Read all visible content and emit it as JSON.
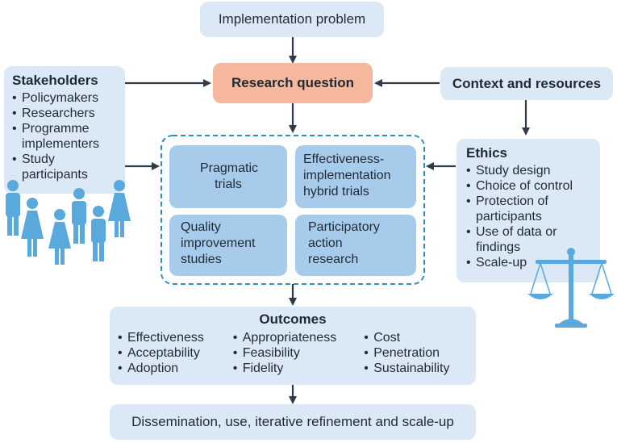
{
  "implementation_problem": "Implementation problem",
  "research_question": "Research question",
  "context_resources": "Context and resources",
  "stakeholders": {
    "title": "Stakeholders",
    "items": [
      "Policymakers",
      "Researchers",
      "Programme implementers",
      "Study participants"
    ]
  },
  "ethics": {
    "title": "Ethics",
    "items": [
      "Study design",
      "Choice of control",
      "Protection of participants",
      "Use of data or findings",
      "Scale-up"
    ]
  },
  "designs": {
    "pragmatic": "Pragmatic trials",
    "hybrid": "Effectiveness-implementation hybrid trials",
    "quality": "Quality improvement studies",
    "participatory": "Participatory action research"
  },
  "outcomes": {
    "title": "Outcomes",
    "col1": [
      "Effectiveness",
      "Acceptability",
      "Adoption"
    ],
    "col2": [
      "Appropriateness",
      "Feasibility",
      "Fidelity"
    ],
    "col3": [
      "Cost",
      "Penetration",
      "Sustainability"
    ]
  },
  "dissemination": "Dissemination, use, iterative refinement and scale-up",
  "colors": {
    "box_fill": "#dbe9f6",
    "inner_fill": "#a7cceb",
    "research_fill": "#f6b89c",
    "arrow": "#2f3b47",
    "icon": "#5aa9dc",
    "dashed": "#2f8fb8"
  },
  "icons": [
    "people-icon",
    "scales-icon"
  ]
}
